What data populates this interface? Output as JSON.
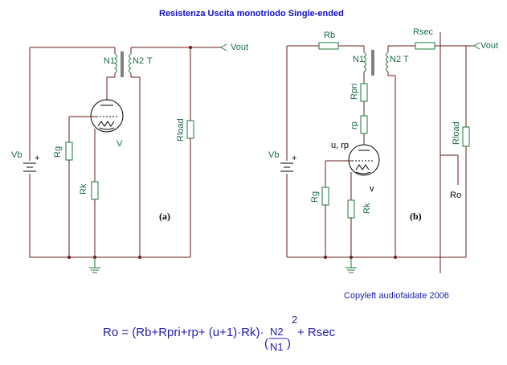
{
  "title": "Resistenza Uscita monotriodo Single-ended",
  "labels": {
    "vout": "Vout",
    "n1": "N1",
    "n2": "N2",
    "t": "T",
    "vb": "Vb",
    "plus": "+",
    "rg": "Rg",
    "rk": "Rk",
    "v": "V",
    "v_small": "v",
    "rload": "Rload",
    "rb": "Rb",
    "rsec": "Rsec",
    "rpri": "Rpri",
    "rp": "rp",
    "u_rp": "u, rp",
    "ro": "Ro"
  },
  "tags": {
    "a": "(a)",
    "b": "(b)"
  },
  "copyright": "Copyleft audiofaidate 2006",
  "formula": {
    "main": "Ro = (Rb+Rpri+rp+ (u+1)·Rk)·",
    "paren_open": "(",
    "num": "N2",
    "den": "N1",
    "paren_close": ")",
    "exp": "2",
    "tail": "+ Rsec"
  }
}
